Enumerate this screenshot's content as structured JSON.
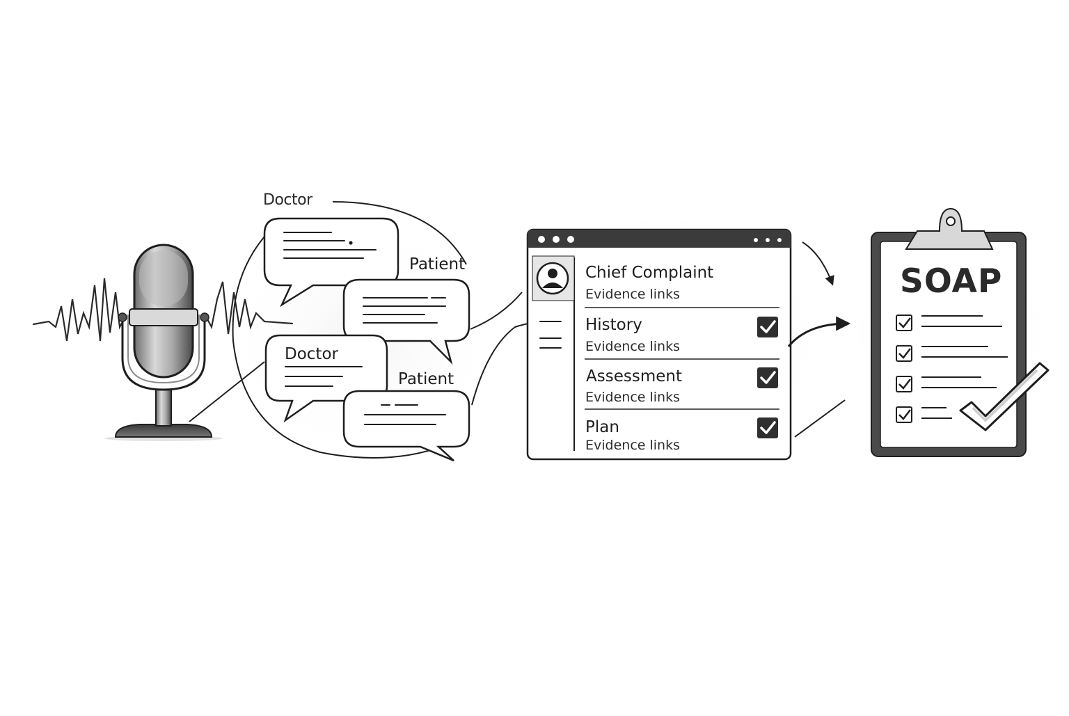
{
  "conversation": {
    "speakers": [
      {
        "label": "Doctor"
      },
      {
        "label": "Patient"
      },
      {
        "label": "Doctor"
      },
      {
        "label": "Patient"
      }
    ]
  },
  "note_window": {
    "sections": [
      {
        "title": "Chief Complaint",
        "subtitle": "Evidence links",
        "checked": false
      },
      {
        "title": "History",
        "subtitle": "Evidence links",
        "checked": true
      },
      {
        "title": "Assessment",
        "subtitle": "Evidence links",
        "checked": true
      },
      {
        "title": "Plan",
        "subtitle": "Evidence links",
        "checked": true
      }
    ]
  },
  "clipboard": {
    "title": "SOAP",
    "items_checked": 4
  },
  "colors": {
    "ink": "#1f1f1f",
    "shade": "#e6e6e6",
    "paper": "#ffffff"
  },
  "icons": [
    "microphone-icon",
    "sound-wave-icon",
    "speech-bubble-icon",
    "user-avatar-icon",
    "checkbox-checked-icon",
    "clipboard-icon",
    "big-checkmark-icon",
    "arrow-icon"
  ]
}
